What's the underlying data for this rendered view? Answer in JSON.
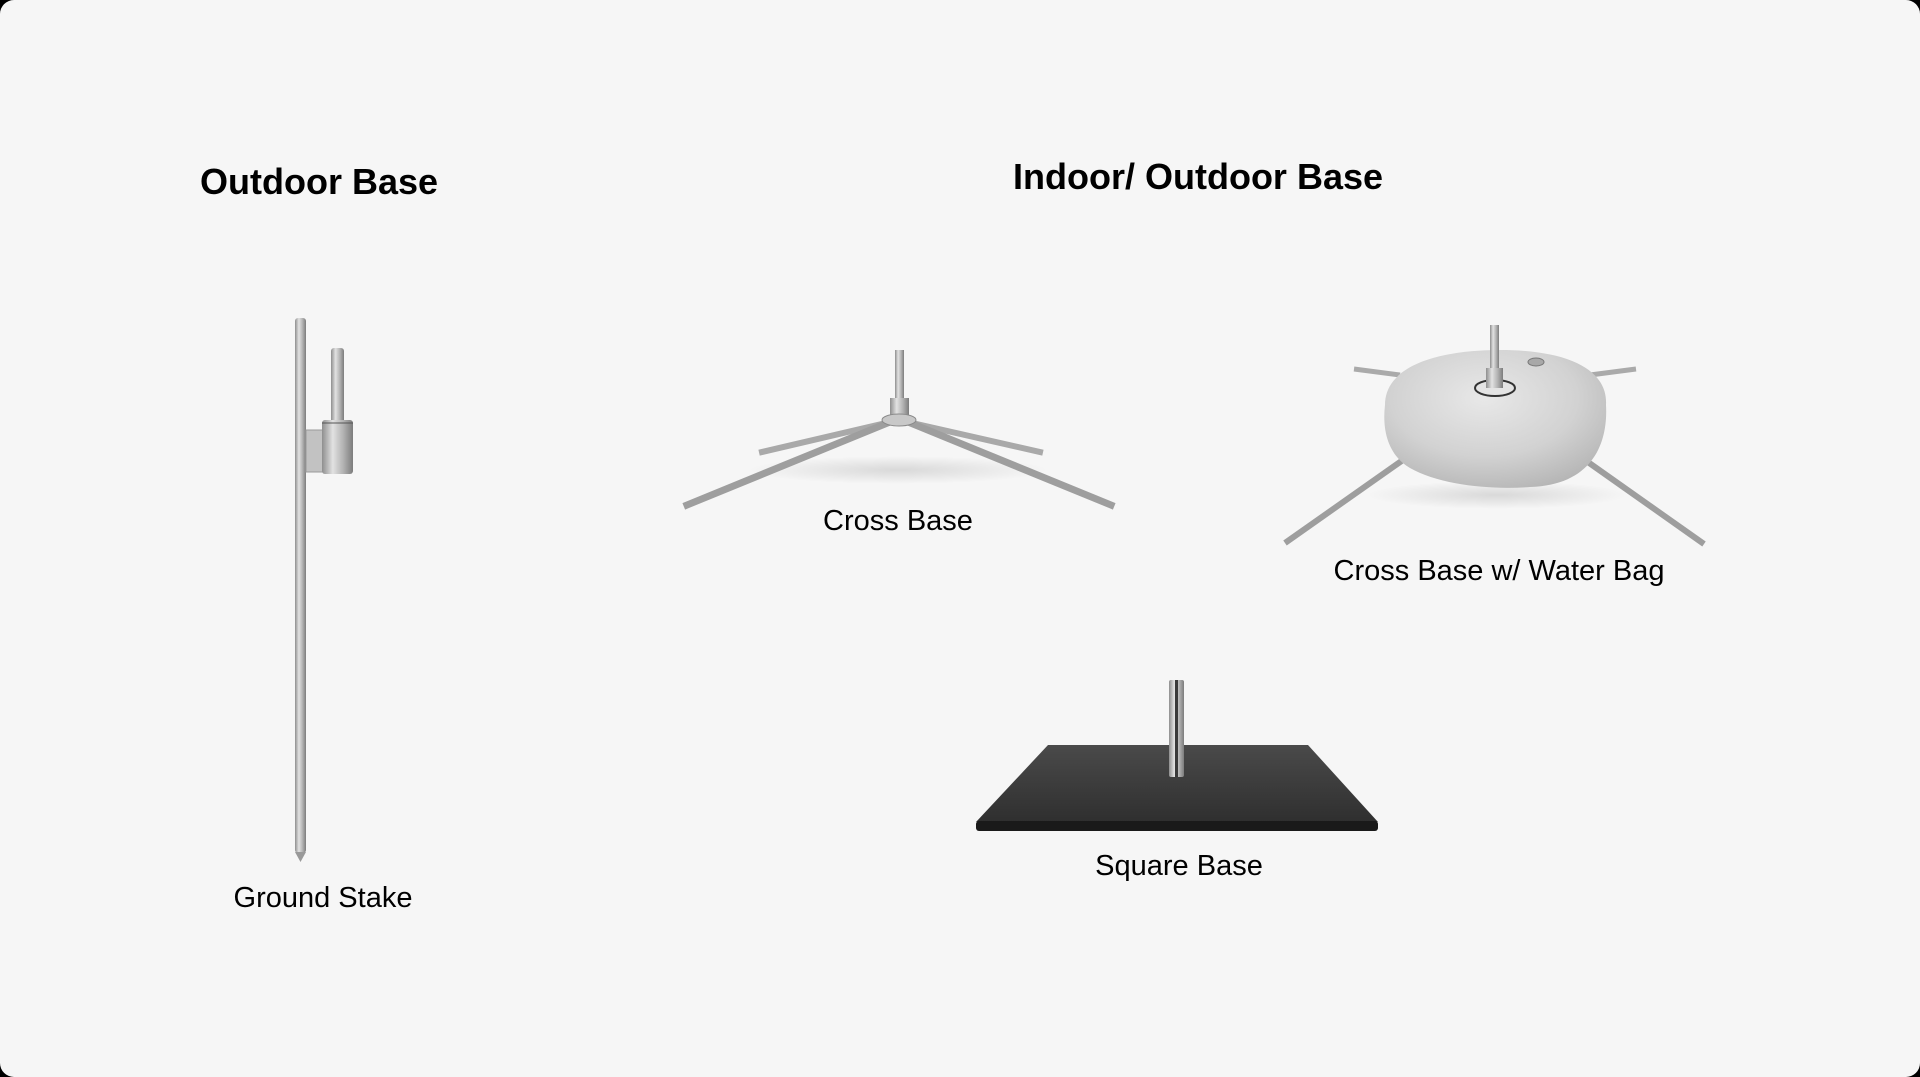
{
  "sections": {
    "outdoor": {
      "title": "Outdoor Base"
    },
    "indoor_outdoor": {
      "title": "Indoor/ Outdoor Base"
    }
  },
  "products": [
    {
      "id": "ground-stake",
      "label": "Ground Stake",
      "section": "outdoor"
    },
    {
      "id": "cross-base",
      "label": "Cross Base",
      "section": "indoor_outdoor"
    },
    {
      "id": "cross-base-water-bag",
      "label": "Cross Base w/ Water Bag",
      "section": "indoor_outdoor"
    },
    {
      "id": "square-base",
      "label": "Square Base",
      "section": "indoor_outdoor"
    }
  ],
  "colors": {
    "background": "#f6f6f6",
    "metal": "#b9b9b9",
    "plate": "#3a3a3a",
    "water_bag": "#d6d6d6"
  }
}
